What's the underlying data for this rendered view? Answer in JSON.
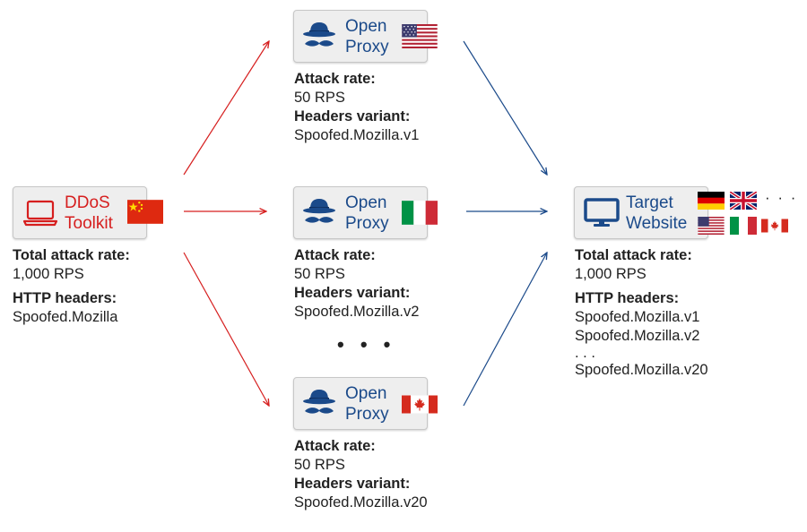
{
  "colors": {
    "attacker": "#d61f1f",
    "proxy": "#1b4a8a",
    "box_bg": "#eeeeee"
  },
  "toolkit": {
    "label": "DDoS\nToolkit",
    "icon": "laptop-icon",
    "flag": "china-flag",
    "rate_label": "Total attack rate:",
    "rate_value": "1,000 RPS",
    "headers_label": "HTTP headers:",
    "headers_value": "Spoofed.Mozilla"
  },
  "proxies": [
    {
      "label": "Open\nProxy",
      "icon": "spy-hat-icon",
      "flag": "usa-flag",
      "rate_label": "Attack rate:",
      "rate_value": "50 RPS",
      "variant_label": "Headers variant:",
      "variant_value": "Spoofed.Mozilla.v1"
    },
    {
      "label": "Open\nProxy",
      "icon": "spy-hat-icon",
      "flag": "italy-flag",
      "rate_label": "Attack rate:",
      "rate_value": "50 RPS",
      "variant_label": "Headers variant:",
      "variant_value": "Spoofed.Mozilla.v2"
    },
    {
      "label": "Open\nProxy",
      "icon": "spy-hat-icon",
      "flag": "canada-flag",
      "rate_label": "Attack rate:",
      "rate_value": "50 RPS",
      "variant_label": "Headers variant:",
      "variant_value": "Spoofed.Mozilla.v20"
    }
  ],
  "proxies_more": "• • •",
  "target": {
    "label": "Target\nWebsite",
    "icon": "monitor-icon",
    "flags": [
      "germany-flag",
      "uk-flag",
      "usa-flag",
      "italy-flag",
      "canada-flag"
    ],
    "flags_more": "· · ·",
    "rate_label": "Total attack rate:",
    "rate_value": "1,000 RPS",
    "headers_label": "HTTP headers:",
    "headers_values": [
      "Spoofed.Mozilla.v1",
      "Spoofed.Mozilla.v2",
      ". . .",
      "Spoofed.Mozilla.v20"
    ]
  }
}
